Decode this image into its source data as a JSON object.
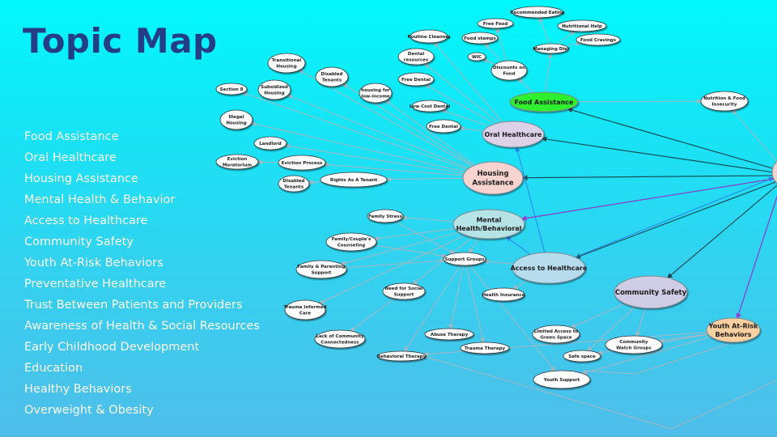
{
  "title": "Topic Map",
  "topics": [
    "Food Assistance",
    "Oral Healthcare",
    "Housing Assistance",
    "Mental Health & Behavior",
    "Access to Healthcare",
    "Community Safety",
    "Youth At-Risk Behaviors",
    "Preventative Healthcare",
    "Trust Between Patients and Providers",
    "Awareness of Health & Social Resources",
    "Early Childhood Development",
    "Education",
    "Healthy Behaviors",
    "Overweight & Obesity"
  ],
  "colors": {
    "title": "#243e85",
    "edge_gray": "#a9b6bf",
    "edge_dark": "#17454a",
    "edge_blue": "#2b86f0",
    "edge_purple": "#9a3ce0",
    "edge_tan": "#b7a77a",
    "food": "#2ef02e",
    "oral": "#ddd1e8",
    "housing": "#f8d3cf",
    "mental": "#b5e3e6",
    "access": "#b7dcee",
    "community": "#cfcde5",
    "youth": "#f8d0a0",
    "leaf": "#ffffff"
  },
  "diagram": {
    "nodes": [
      {
        "id": "food",
        "label": [
          "Food Assistance"
        ],
        "kind": "main",
        "color": "food"
      },
      {
        "id": "oral",
        "label": [
          "Oral Healthcare"
        ],
        "kind": "main",
        "color": "oral"
      },
      {
        "id": "housing",
        "label": [
          "Housing",
          "Assistance"
        ],
        "kind": "main",
        "color": "housing"
      },
      {
        "id": "mental",
        "label": [
          "Mental",
          "Health/Behavioral"
        ],
        "kind": "main",
        "color": "mental"
      },
      {
        "id": "access",
        "label": [
          "Access to Healthcare"
        ],
        "kind": "main",
        "color": "access"
      },
      {
        "id": "community",
        "label": [
          "Community Safety"
        ],
        "kind": "main",
        "color": "community"
      },
      {
        "id": "youth",
        "label": [
          "Youth At-Risk",
          "Behaviors"
        ],
        "kind": "main",
        "color": "youth"
      },
      {
        "id": "hub",
        "label": [],
        "kind": "hub",
        "color": "housing"
      },
      {
        "id": "free_food",
        "label": [
          "Free Food"
        ],
        "kind": "leaf"
      },
      {
        "id": "recommended_eating",
        "label": [
          "Recommended Eating"
        ],
        "kind": "leaf"
      },
      {
        "id": "nutritional_help",
        "label": [
          "Nutritional Help"
        ],
        "kind": "leaf"
      },
      {
        "id": "food_cravings",
        "label": [
          "Food Cravings"
        ],
        "kind": "leaf"
      },
      {
        "id": "managing_diet",
        "label": [
          "Managing Diet"
        ],
        "kind": "leaf"
      },
      {
        "id": "food_stamps",
        "label": [
          "Food stamps"
        ],
        "kind": "leaf"
      },
      {
        "id": "wic",
        "label": [
          "WIC"
        ],
        "kind": "leaf"
      },
      {
        "id": "discounts_food",
        "label": [
          "Discounts on",
          "Food"
        ],
        "kind": "leaf"
      },
      {
        "id": "nutrition_insecurity",
        "label": [
          "Nutrition & Food",
          "Insecurity"
        ],
        "kind": "leaf"
      },
      {
        "id": "routine_cleaning",
        "label": [
          "Routine Cleaning"
        ],
        "kind": "leaf"
      },
      {
        "id": "dental_resources",
        "label": [
          "Dental",
          "resources"
        ],
        "kind": "leaf"
      },
      {
        "id": "free_dental_1",
        "label": [
          "Free Dental"
        ],
        "kind": "leaf"
      },
      {
        "id": "low_cost_dental",
        "label": [
          "Low Cost Dental"
        ],
        "kind": "leaf"
      },
      {
        "id": "free_dental_2",
        "label": [
          "Free Dental"
        ],
        "kind": "leaf"
      },
      {
        "id": "transitional_housing",
        "label": [
          "Transitional",
          "Housing"
        ],
        "kind": "leaf"
      },
      {
        "id": "disabled_tenants_1",
        "label": [
          "Disabled",
          "Tenants"
        ],
        "kind": "leaf"
      },
      {
        "id": "section_8",
        "label": [
          "Section 8"
        ],
        "kind": "leaf"
      },
      {
        "id": "subsidized_housing",
        "label": [
          "Subsidized",
          "Housing"
        ],
        "kind": "leaf"
      },
      {
        "id": "housing_low_income",
        "label": [
          "housing for",
          "low-income"
        ],
        "kind": "leaf"
      },
      {
        "id": "illegal_housing",
        "label": [
          "Illegal",
          "Housing"
        ],
        "kind": "leaf"
      },
      {
        "id": "landlord",
        "label": [
          "Landlord"
        ],
        "kind": "leaf"
      },
      {
        "id": "eviction_moratorium",
        "label": [
          "Eviction",
          "Moratorium"
        ],
        "kind": "leaf"
      },
      {
        "id": "eviction_process",
        "label": [
          "Eviction Process"
        ],
        "kind": "leaf"
      },
      {
        "id": "disabled_tenants_2",
        "label": [
          "Disabled",
          "Tenants"
        ],
        "kind": "leaf"
      },
      {
        "id": "rights_tenant",
        "label": [
          "Rights As A Tenant"
        ],
        "kind": "leaf"
      },
      {
        "id": "family_stress",
        "label": [
          "Family Stress"
        ],
        "kind": "leaf"
      },
      {
        "id": "couples_counseling",
        "label": [
          "Family/Couple's",
          "Counseling"
        ],
        "kind": "leaf"
      },
      {
        "id": "family_parenting",
        "label": [
          "Family & Parenting",
          "Support"
        ],
        "kind": "leaf"
      },
      {
        "id": "support_groups",
        "label": [
          "Support Groups"
        ],
        "kind": "leaf"
      },
      {
        "id": "need_social",
        "label": [
          "Need for Social",
          "Support"
        ],
        "kind": "leaf"
      },
      {
        "id": "trauma_informed",
        "label": [
          "Trauma Informed",
          "Care"
        ],
        "kind": "leaf"
      },
      {
        "id": "lack_community",
        "label": [
          "Lack of Community",
          "Connectedness"
        ],
        "kind": "leaf"
      },
      {
        "id": "abuse_therapy",
        "label": [
          "Abuse Therapy"
        ],
        "kind": "leaf"
      },
      {
        "id": "trauma_therapy",
        "label": [
          "Trauma Therapy"
        ],
        "kind": "leaf"
      },
      {
        "id": "behavioral_therapy",
        "label": [
          "Behavioral Therapy"
        ],
        "kind": "leaf"
      },
      {
        "id": "health_insurance",
        "label": [
          "Health Insurance"
        ],
        "kind": "leaf"
      },
      {
        "id": "limited_green",
        "label": [
          "Limited Access to",
          "Green Space"
        ],
        "kind": "leaf"
      },
      {
        "id": "watch_groups",
        "label": [
          "Community",
          "Watch Groups"
        ],
        "kind": "leaf"
      },
      {
        "id": "safe_space",
        "label": [
          "Safe space"
        ],
        "kind": "leaf"
      },
      {
        "id": "youth_support",
        "label": [
          "Youth Support"
        ],
        "kind": "leaf"
      }
    ],
    "edges": [
      {
        "from": "discounts_food",
        "to": "free_food",
        "type": "gray"
      },
      {
        "from": "discounts_food",
        "to": "food_stamps",
        "type": "gray"
      },
      {
        "from": "discounts_food",
        "to": "wic",
        "type": "gray"
      },
      {
        "from": "food",
        "to": "discounts_food",
        "type": "gray"
      },
      {
        "from": "food",
        "to": "managing_diet",
        "type": "gray"
      },
      {
        "from": "managing_diet",
        "to": "recommended_eating",
        "type": "gray"
      },
      {
        "from": "managing_diet",
        "to": "nutritional_help",
        "type": "gray"
      },
      {
        "from": "managing_diet",
        "to": "food_cravings",
        "type": "gray"
      },
      {
        "from": "food",
        "to": "nutrition_insecurity",
        "type": "gray"
      },
      {
        "from": "hub",
        "to": "nutrition_insecurity",
        "type": "gray"
      },
      {
        "from": "oral",
        "to": "routine_cleaning",
        "type": "gray"
      },
      {
        "from": "oral",
        "to": "dental_resources",
        "type": "gray"
      },
      {
        "from": "oral",
        "to": "free_dental_1",
        "type": "gray"
      },
      {
        "from": "oral",
        "to": "low_cost_dental",
        "type": "gray"
      },
      {
        "from": "oral",
        "to": "free_dental_2",
        "type": "gray"
      },
      {
        "from": "housing",
        "to": "transitional_housing",
        "type": "gray"
      },
      {
        "from": "housing",
        "to": "disabled_tenants_1",
        "type": "gray"
      },
      {
        "from": "housing",
        "to": "section_8",
        "type": "gray"
      },
      {
        "from": "housing",
        "to": "subsidized_housing",
        "type": "gray"
      },
      {
        "from": "housing",
        "to": "housing_low_income",
        "type": "gray"
      },
      {
        "from": "housing",
        "to": "illegal_housing",
        "type": "gray"
      },
      {
        "from": "housing",
        "to": "landlord",
        "type": "gray"
      },
      {
        "from": "housing",
        "to": "eviction_process",
        "type": "gray"
      },
      {
        "from": "eviction_process",
        "to": "eviction_moratorium",
        "type": "gray"
      },
      {
        "from": "housing",
        "to": "rights_tenant",
        "type": "gray"
      },
      {
        "from": "rights_tenant",
        "to": "disabled_tenants_2",
        "type": "gray"
      },
      {
        "from": "mental",
        "to": "family_stress",
        "type": "gray"
      },
      {
        "from": "mental",
        "to": "couples_counseling",
        "type": "gray"
      },
      {
        "from": "mental",
        "to": "family_parenting",
        "type": "gray"
      },
      {
        "from": "mental",
        "to": "support_groups",
        "type": "gray"
      },
      {
        "from": "mental",
        "to": "need_social",
        "type": "gray"
      },
      {
        "from": "mental",
        "to": "trauma_informed",
        "type": "gray"
      },
      {
        "from": "need_social",
        "to": "lack_community",
        "type": "gray"
      },
      {
        "from": "support_groups",
        "to": "abuse_therapy",
        "type": "gray"
      },
      {
        "from": "support_groups",
        "to": "trauma_therapy",
        "type": "gray"
      },
      {
        "from": "support_groups",
        "to": "behavioral_therapy",
        "type": "gray"
      },
      {
        "from": "support_groups",
        "to": "youth_support",
        "type": "gray"
      },
      {
        "from": "family_stress",
        "to": "support_groups",
        "type": "gray"
      },
      {
        "from": "couples_counseling",
        "to": "support_groups",
        "type": "gray"
      },
      {
        "from": "family_parenting",
        "to": "support_groups",
        "type": "gray"
      },
      {
        "from": "access",
        "to": "health_insurance",
        "type": "gray"
      },
      {
        "from": "access",
        "to": "support_groups",
        "type": "gray"
      },
      {
        "from": "community",
        "to": "limited_green",
        "type": "gray"
      },
      {
        "from": "community",
        "to": "watch_groups",
        "type": "gray"
      },
      {
        "from": "community",
        "to": "safe_space",
        "type": "gray"
      },
      {
        "from": "youth",
        "to": "watch_groups",
        "type": "gray"
      },
      {
        "from": "youth",
        "to": "safe_space",
        "type": "gray"
      },
      {
        "from": "youth",
        "to": "youth_support",
        "type": "gray"
      },
      {
        "from": "youth",
        "to": "behavioral_therapy",
        "type": "gray"
      },
      {
        "from": "hub",
        "to": "food",
        "type": "dark"
      },
      {
        "from": "hub",
        "to": "oral",
        "type": "dark"
      },
      {
        "from": "hub",
        "to": "housing",
        "type": "dark"
      },
      {
        "from": "hub",
        "to": "mental",
        "type": "dark"
      },
      {
        "from": "hub",
        "to": "access",
        "type": "dark"
      },
      {
        "from": "hub",
        "to": "community",
        "type": "dark"
      },
      {
        "from": "hub",
        "to": "youth",
        "type": "dark"
      },
      {
        "from": "access",
        "to": "oral",
        "type": "blue"
      },
      {
        "from": "access",
        "to": "mental",
        "type": "blue"
      },
      {
        "from": "access",
        "to": "hub",
        "type": "blue"
      },
      {
        "from": "hub",
        "to": "mental",
        "type": "purple"
      },
      {
        "from": "hub",
        "to": "youth",
        "type": "purple"
      }
    ]
  }
}
